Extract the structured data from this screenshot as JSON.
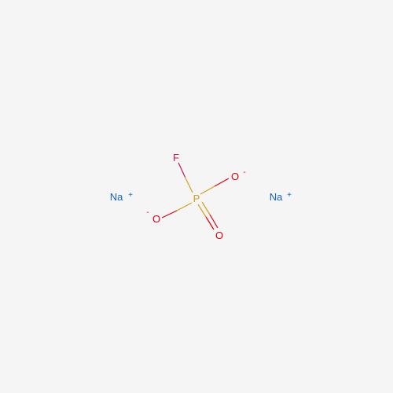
{
  "molecule": {
    "atoms": {
      "na1": {
        "symbol": "Na",
        "charge": "+",
        "color": "#1565c0"
      },
      "na2": {
        "symbol": "Na",
        "charge": "+",
        "color": "#1565c0"
      },
      "f": {
        "symbol": "F",
        "charge": "",
        "color": "#c2185b"
      },
      "p": {
        "symbol": "P",
        "charge": "",
        "color": "#d4a017"
      },
      "o1": {
        "symbol": "O",
        "charge": "-",
        "color": "#e0000b"
      },
      "o2": {
        "symbol": "O",
        "charge": "-",
        "color": "#e0000b"
      },
      "o3": {
        "symbol": "O",
        "charge": "",
        "color": "#e0000b"
      }
    },
    "bonds": [
      {
        "from": "p",
        "to": "f",
        "order": 1
      },
      {
        "from": "p",
        "to": "o1",
        "order": 1
      },
      {
        "from": "p",
        "to": "o2",
        "order": 1
      },
      {
        "from": "p",
        "to": "o3",
        "order": 2
      }
    ]
  }
}
